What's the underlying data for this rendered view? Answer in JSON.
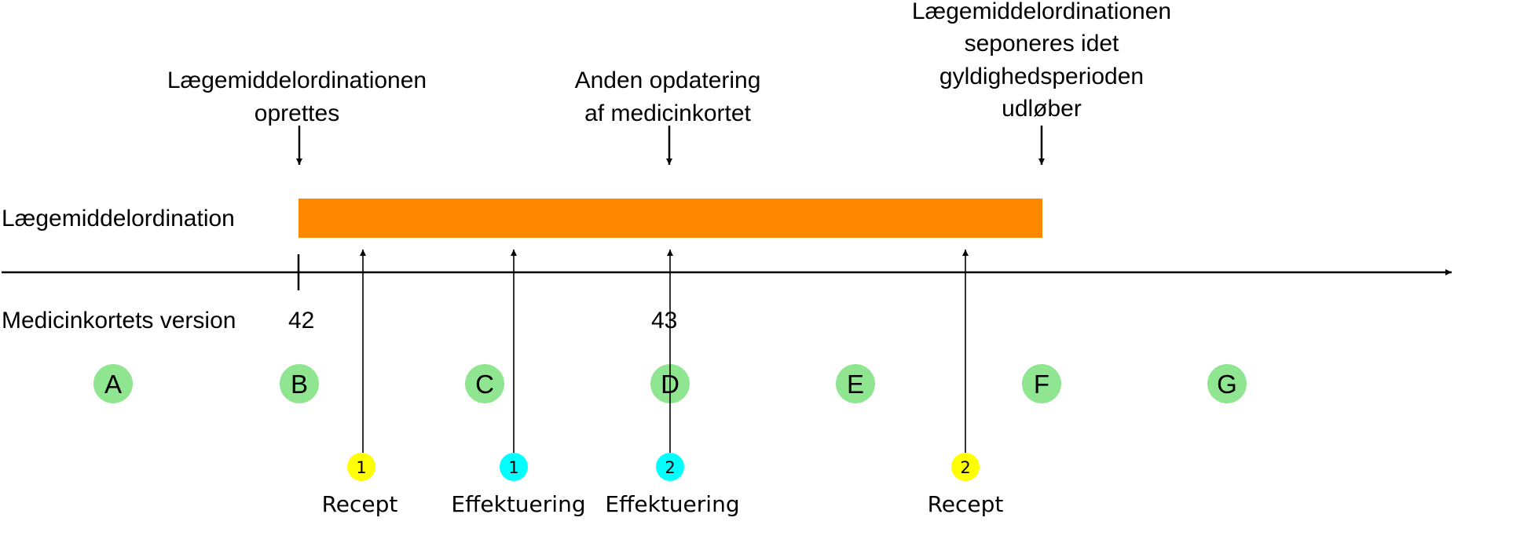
{
  "colors": {
    "bar": "#ff8800",
    "phase_circle": "#90e690",
    "recept": "#ffff00",
    "effektuering": "#00ffff",
    "line": "#000000"
  },
  "row_labels": {
    "ordination": "Lægemiddelordination",
    "version": "Medicinkortets version"
  },
  "top_events": {
    "created": [
      "Lægemiddelordinationen",
      "oprettes"
    ],
    "update": [
      "Anden opdatering",
      "af medicinkortet"
    ],
    "expired": [
      "Lægemiddelordinationen",
      "seponeres idet",
      "gyldighedsperioden",
      "udløber"
    ]
  },
  "versions": [
    "42",
    "43"
  ],
  "phases": [
    "A",
    "B",
    "C",
    "D",
    "E",
    "F",
    "G"
  ],
  "bottom_events": [
    {
      "number": "1",
      "label": "Recept",
      "kind": "recept"
    },
    {
      "number": "1",
      "label": "Effektuering",
      "kind": "effektuering"
    },
    {
      "number": "2",
      "label": "Effektuering",
      "kind": "effektuering"
    },
    {
      "number": "2",
      "label": "Recept",
      "kind": "recept"
    }
  ]
}
